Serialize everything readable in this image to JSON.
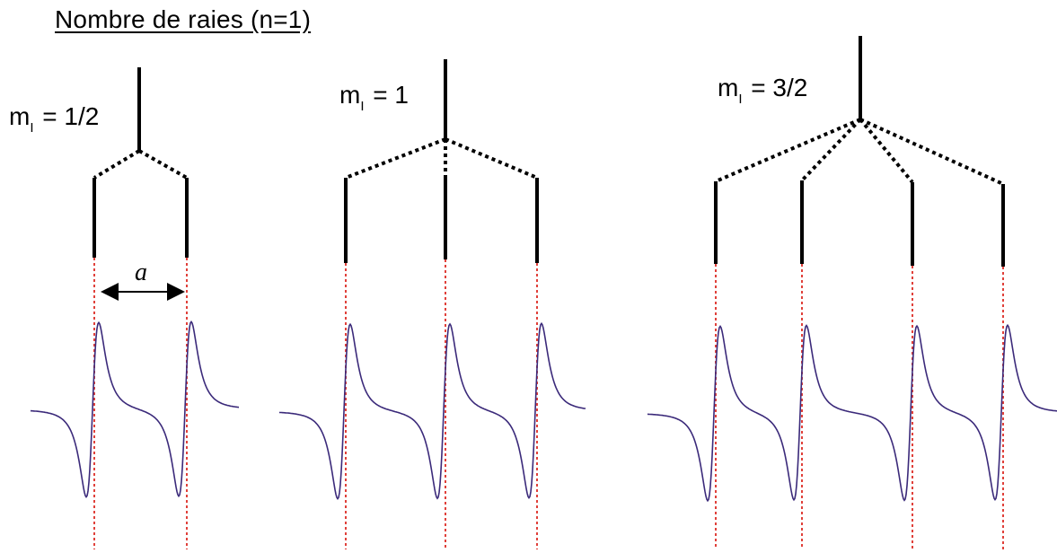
{
  "title": "Nombre de raies (n=1)",
  "spacing_label": "a",
  "colors": {
    "stick": "#000000",
    "guide": "#e0403a",
    "spectrum": "#3b2a7a"
  },
  "panels": [
    {
      "ml_prefix": "m",
      "ml_subscript": "I",
      "ml_value": "= 1/2",
      "lines": 2
    },
    {
      "ml_prefix": "m",
      "ml_subscript": "I",
      "ml_value": "= 1",
      "lines": 3
    },
    {
      "ml_prefix": "m",
      "ml_subscript": "I",
      "ml_value": "= 3/2",
      "lines": 4
    }
  ]
}
